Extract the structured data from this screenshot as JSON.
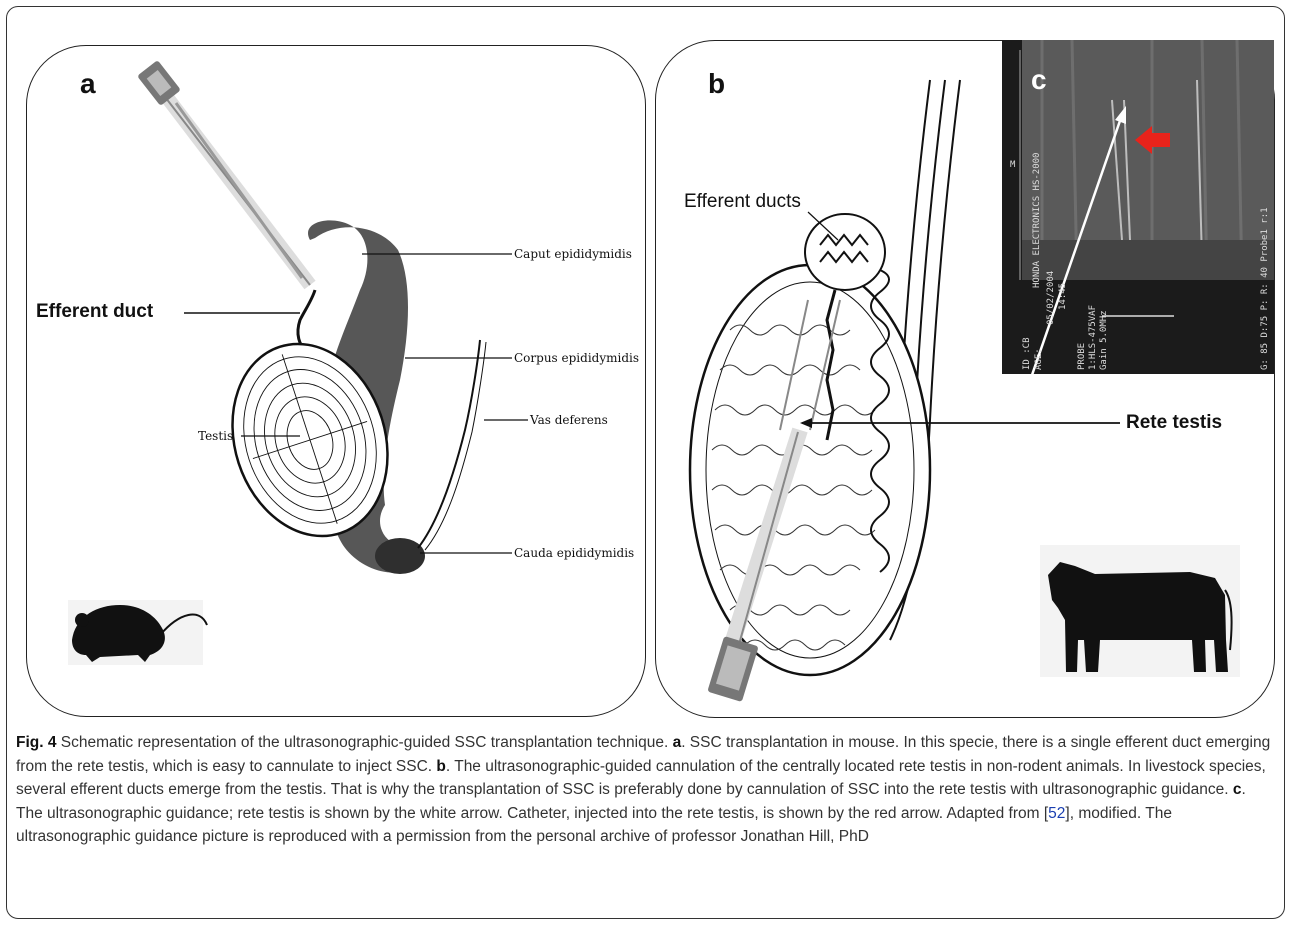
{
  "panel_a": {
    "letter": "a",
    "labels": {
      "efferent_duct": "Efferent duct",
      "caput": "Caput epididymidis",
      "corpus": "Corpus epididymidis",
      "vas": "Vas deferens",
      "testis": "Testis",
      "cauda": "Cauda epididymidis"
    }
  },
  "panel_b": {
    "letter": "b",
    "labels": {
      "efferent_ducts": "Efferent ducts",
      "rete_testis": "Rete testis"
    }
  },
  "panel_c": {
    "letter": "c",
    "overlay": {
      "device": "HONDA ELECTRONICS HS-2000",
      "date": "05/02/2004",
      "time": "14:45",
      "id": "ID :CB",
      "age": "AGE:",
      "probe": "PROBE",
      "probe_model": "1:HLS-475VAF",
      "freq": "Gain 5.0MHz",
      "right_text": "G: 85 D:75 P: R: 40 Probe1 r:1",
      "m_label": "M"
    }
  },
  "caption": {
    "fig": "Fig. 4",
    "intro": " Schematic representation of the ultrasonographic-guided SSC transplantation technique. ",
    "a": "a",
    "a_text": ". SSC transplantation in mouse. In this specie, there is a single efferent duct emerging from the rete testis, which is easy to cannulate to inject SSC. ",
    "b": "b",
    "b_text": ". The ultrasonographic-guided cannulation of the centrally located rete testis in non-rodent animals. In livestock species, several efferent ducts emerge from the testis. That is why the transplantation of SSC is preferably done by cannulation of SSC into the rete testis with ultrasonographic guidance. ",
    "c": "c",
    "c_text": ". The ultrasonographic guidance; rete testis is shown by the white arrow. Catheter, injected into the rete testis, is shown by the red arrow. Adapted from [",
    "ref": "52",
    "end_text": "], modified. The ultrasonographic guidance picture is reproduced with a permission from the personal archive of professor Jonathan Hill, PhD"
  },
  "colors": {
    "red_arrow": "#e8231b",
    "ref_link": "#1a3fb0"
  },
  "icons": [
    "mouse-silhouette-icon",
    "cow-silhouette-icon",
    "needle-icon"
  ]
}
